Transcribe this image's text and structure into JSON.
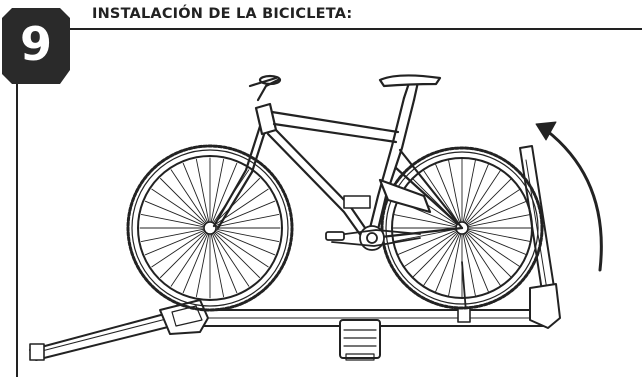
{
  "step": {
    "number": "9",
    "title": "INSTALACIÓN DE LA BICICLETA:"
  },
  "illustration": {
    "subject": "bicycle-on-hitch-rack",
    "rotation_arrow": "curved-arrow-up-left",
    "colors": {
      "ink": "#222222",
      "badge": "#2a2a2a",
      "background": "#ffffff"
    }
  }
}
